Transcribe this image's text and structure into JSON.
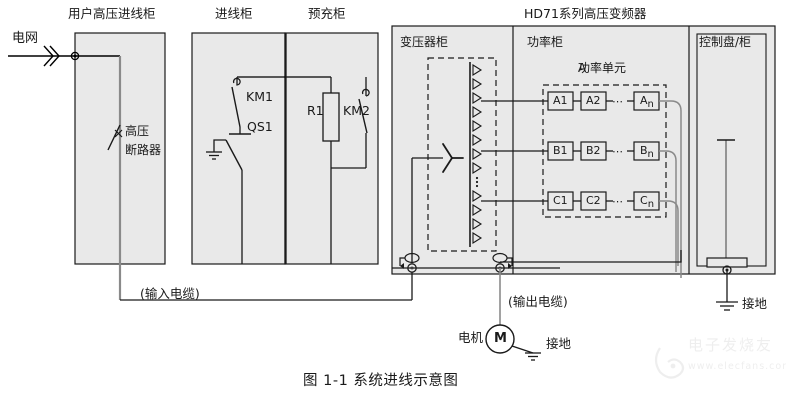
{
  "figure": {
    "caption": "图 1-1 系统进线示意图",
    "main_title": "HD71系列高压变频器"
  },
  "grid": {
    "label": "电网",
    "phase_marker": "three-phase-chevron"
  },
  "cabinets": [
    {
      "id": "user-hv-incoming",
      "title": "用户高压进线柜"
    },
    {
      "id": "incoming",
      "title": "进线柜"
    },
    {
      "id": "precharge",
      "title": "预充柜"
    },
    {
      "id": "transformer",
      "title": "变压器柜"
    },
    {
      "id": "power",
      "title": "功率柜"
    },
    {
      "id": "control",
      "title": "控制盘/柜"
    }
  ],
  "components": {
    "breaker_label_line1": "高压",
    "breaker_label_line2": "断路器",
    "km1": "KM1",
    "qs1": "QS1",
    "r1": "R1",
    "km2": "KM2",
    "power_unit_group": "功率单元"
  },
  "power_units": {
    "rows": [
      {
        "name": "A",
        "cells": [
          "A1",
          "A2",
          "⋯",
          "A"
        ],
        "sub": "n"
      },
      {
        "name": "B",
        "cells": [
          "B1",
          "B2",
          "⋯",
          "B"
        ],
        "sub": "n"
      },
      {
        "name": "C",
        "cells": [
          "C1",
          "C2",
          "⋯",
          "C"
        ],
        "sub": "n"
      }
    ],
    "ellipsis": "⋯",
    "subscript": "n"
  },
  "cables": {
    "input": "(输入电缆)",
    "output": "(输出电缆)"
  },
  "motor": {
    "label": "电机",
    "symbol": "M",
    "ground": "接地"
  },
  "ground": {
    "label": "接地"
  },
  "watermark": {
    "text": "电子发烧友",
    "url": "www.elecfans.com"
  },
  "colors": {
    "cabinet_fill": "#e9e9e9",
    "cabinet_stroke": "#1a1a1a",
    "wire": "#000000",
    "cable_gray": "#8a8a8a",
    "text": "#1a1a1a"
  }
}
